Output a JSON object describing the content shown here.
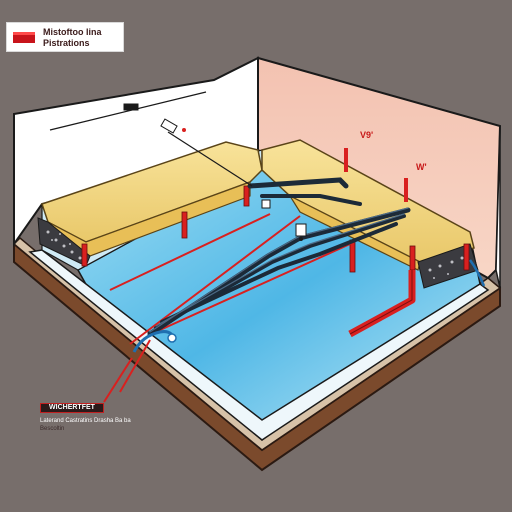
{
  "title": {
    "line1": "Mistoftoo lina",
    "line2": "Pistrations"
  },
  "labels": {
    "tag_left": "V9'",
    "tag_right": "W'",
    "callout": "WICHERTFET",
    "caption": "Laterand Castratins Drasha Ba ba",
    "caption_sub": "Bescoltin"
  },
  "colors": {
    "background": "#776e6b",
    "wall_left": "#ffffff",
    "wall_back": "#f7c9b8",
    "water": "#5fc2e8",
    "deck": "#f6dc86",
    "pipe_dark": "#1c2a38",
    "pipe_red": "#d9201f",
    "soil": "#7b4a2c"
  }
}
